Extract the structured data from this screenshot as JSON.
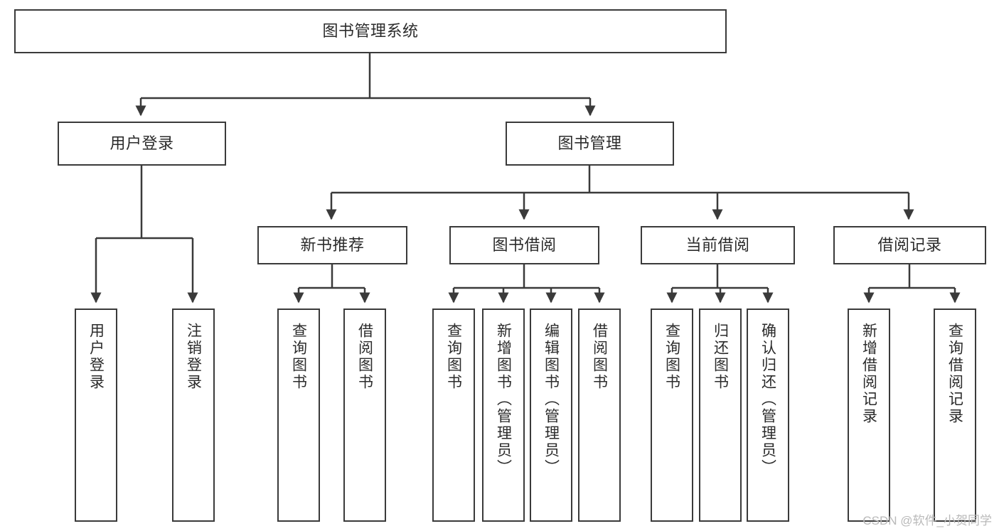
{
  "diagram": {
    "title": "图书管理系统",
    "type": "tree-hierarchy-diagram",
    "colors": {
      "background": "#ffffff",
      "box_border": "#3a3a3a",
      "connector": "#3a3a3a",
      "text": "#2b2b2b",
      "watermark": "#b9b9b9"
    },
    "root": {
      "label": "图书管理系统"
    },
    "level2": [
      {
        "label": "用户登录"
      },
      {
        "label": "图书管理"
      }
    ],
    "level3": [
      {
        "label": "新书推荐"
      },
      {
        "label": "图书借阅"
      },
      {
        "label": "当前借阅"
      },
      {
        "label": "借阅记录"
      }
    ],
    "leaves": {
      "user_login": [
        {
          "label": "用户登录"
        },
        {
          "label": "注销登录"
        }
      ],
      "new_book_recommend": [
        {
          "label": "查询图书"
        },
        {
          "label": "借阅图书"
        }
      ],
      "book_borrow": [
        {
          "label": "查询图书"
        },
        {
          "label": "新增图书（管理员）"
        },
        {
          "label": "编辑图书（管理员）"
        },
        {
          "label": "借阅图书"
        }
      ],
      "current_borrow": [
        {
          "label": "查询图书"
        },
        {
          "label": "归还图书"
        },
        {
          "label": "确认归还（管理员）"
        }
      ],
      "borrow_record": [
        {
          "label": "新增借阅记录"
        },
        {
          "label": "查询借阅记录"
        }
      ]
    },
    "watermark": "CSDN @软件_小贺同学"
  }
}
